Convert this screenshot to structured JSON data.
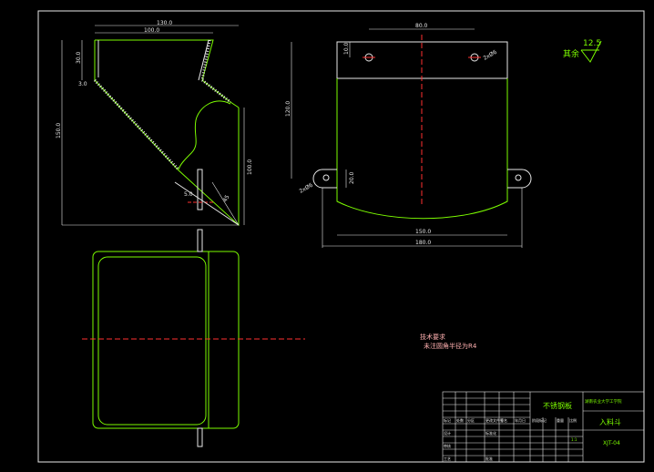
{
  "drawing": {
    "part_name": "入料斗",
    "part_number": "XJT-04",
    "material": "不锈钢板",
    "institution": "湖南农业大学工学院",
    "surface_finish": {
      "label": "其余",
      "value": "12.5"
    },
    "tech_requirements": {
      "heading": "技术要求",
      "line1": "未注圆角半径为R4"
    },
    "title_block": {
      "row_labels": [
        "标记",
        "处数",
        "分区",
        "更改文件号",
        "签名",
        "年月日"
      ],
      "designer_label": "设计",
      "standard_label": "标准化",
      "check_label": "审核",
      "process_label": "工艺",
      "approve_label": "批准",
      "stage_label": "阶段标记",
      "weight_label": "重量",
      "scale_label": "比例",
      "scale_value": "1:1"
    }
  },
  "dimensions": {
    "top_width": "130.0",
    "inner_width": "100.0",
    "top_flange": "30.0",
    "offset": "3.0",
    "height": "150.0",
    "side_height": "100.0",
    "bottom_gap": "5.0",
    "angle": "45",
    "hole_spacing": "80.0",
    "hole_top": "10.0",
    "hole_dia_top": "2xØ6",
    "plate_height": "120.0",
    "hole_dia_side": "2xØ6",
    "ear_height": "20.0",
    "inner_bottom": "150.0",
    "outer_bottom": "180.0"
  }
}
